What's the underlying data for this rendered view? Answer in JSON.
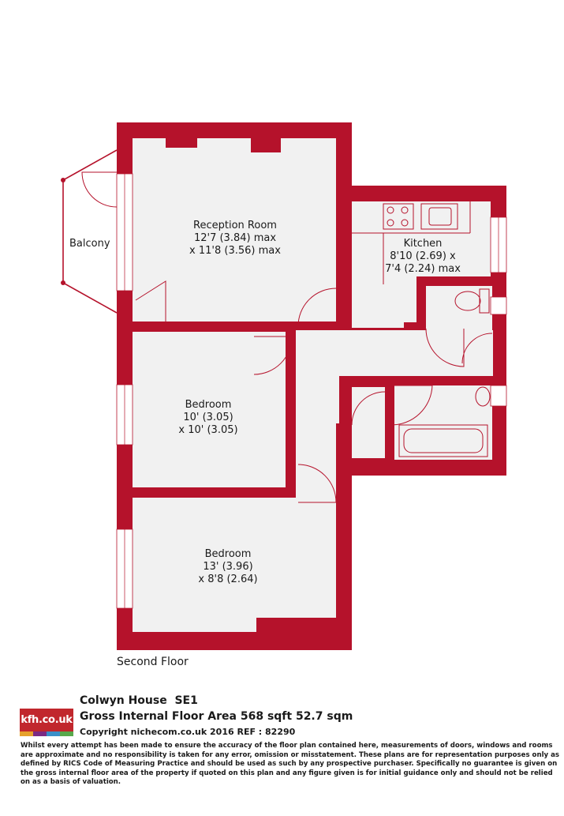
{
  "plan": {
    "wall_color": "#b5122b",
    "floor_color": "#f1f1f1",
    "balcony_label": "Balcony",
    "floor_name": "Second Floor",
    "rooms": [
      {
        "id": "reception",
        "lines": [
          "Reception Room",
          "12'7 (3.84) max",
          "x 11'8 (3.56) max"
        ]
      },
      {
        "id": "kitchen",
        "lines": [
          "Kitchen",
          "8'10 (2.69) x",
          "7'4 (2.24) max"
        ]
      },
      {
        "id": "bedroom1",
        "lines": [
          "Bedroom",
          "10' (3.05)",
          "x 10' (3.05)"
        ]
      },
      {
        "id": "bedroom2",
        "lines": [
          "Bedroom",
          "13' (3.96)",
          "x 8'8 (2.64)"
        ]
      }
    ]
  },
  "footer": {
    "logo_text": "kfh.co.uk",
    "logo_stripe_colors": [
      "#e6a12b",
      "#7b2a83",
      "#3a8fc8",
      "#58a94b"
    ],
    "address_line1": "Colwyn House  SE1",
    "address_line2": "Gross Internal Floor Area 568 sqft 52.7 sqm",
    "copyright": "Copyright nichecom.co.uk 2016 REF : 82290",
    "disclaimer": "Whilst every attempt has been made to ensure the accuracy of the floor plan contained here, measurements of doors, windows and rooms are approximate and no responsibility is taken for any error, omission or misstatement.  These plans are for representation purposes only as defined by RICS Code of Measuring Practice and should be used as such by any prospective purchaser.  Specifically no guarantee is given on the gross internal floor area of the property if quoted on this plan and any figure given is for initial guidance only and should not be relied on as a basis of valuation."
  }
}
